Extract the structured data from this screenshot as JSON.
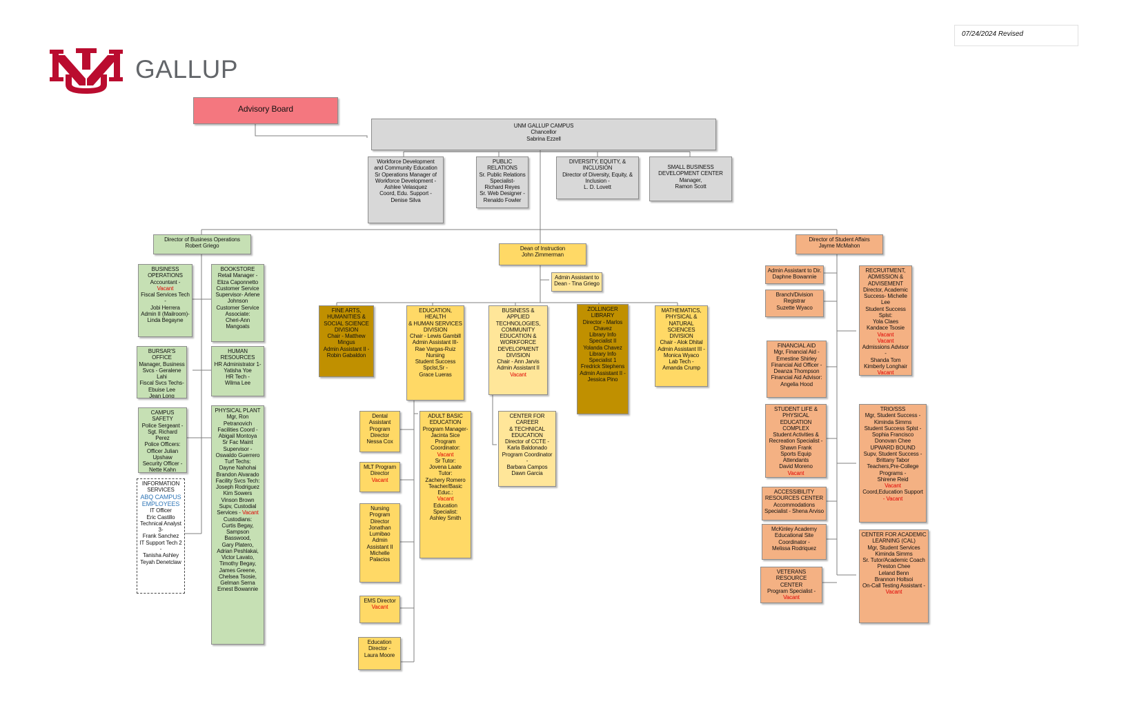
{
  "header": {
    "revised": "07/24/2024 Revised",
    "logo_text": "GALLUP",
    "logo_mark": "UNM",
    "brand_color": "#ba0c2f"
  },
  "colors": {
    "grey": "#d8d8d8",
    "green": "#c6e0b4",
    "yellow": "#ffd966",
    "gold": "#c09000",
    "light_yellow": "#ffe699",
    "orange": "#f4b183",
    "pink": "#f4777f",
    "vacant": "#e00000"
  },
  "boxes": {
    "advisory": [
      "Advisory Board"
    ],
    "chancellor": [
      "UNM GALLUP CAMPUS",
      "Chancellor",
      "Sabrina Ezzell"
    ],
    "workforce": [
      "Workforce Development",
      "and Community Education",
      "Sr Operations Manager of",
      "Workforce Development -",
      "Ashlee Velasquez",
      "Coord, Edu. Support -",
      "Denise Silva"
    ],
    "public_relations": [
      "PUBLIC RELATIONS",
      "Sr. Public Relations",
      "Specialist-",
      "Richard Reyes",
      "Sr. Web Designer -",
      "Renaldo Fowler"
    ],
    "diversity": [
      "DIVERSITY, EQUITY, &",
      "INCLUSION",
      "Director of Diversity, Equity, &",
      "Inclusion -",
      "L. D. Lovett"
    ],
    "small_business": [
      "SMALL BUSINESS",
      "DEVELOPMENT CENTER",
      "Manager,",
      "Ramon Scott"
    ],
    "dir_business_ops": [
      "Director of Business Operations",
      "Robert Griego"
    ],
    "dean_instruction": [
      "Dean of Instruction",
      "John Zimmerman"
    ],
    "dir_student_affairs": [
      "Director of Student Affairs",
      "Jayme McMahon"
    ],
    "business_operations": [
      "BUSINESS",
      "OPERATIONS",
      "Accountant -",
      "Vacant",
      "Fiscal Services Tech -",
      "Jobi Herrera",
      "Admin II (Mailroom)-",
      "Linda Begayne"
    ],
    "bookstore": [
      "BOOKSTORE",
      "Retail Manager -",
      "Eliza Caponnetto",
      "Customer Service",
      "Supervisor- Arlene",
      "Johnson",
      "Customer Service",
      "Associate:",
      "Cheri-Ann",
      "Mangoats"
    ],
    "bursar": [
      "BURSAR'S OFFICE",
      "Manager, Business",
      "Svcs - Geralene Lahi",
      "Fiscal Svcs Techs-",
      "Ebuise Lee",
      "Jean Long"
    ],
    "human_resources": [
      "HUMAN",
      "RESOURCES",
      "HR Administrator 1-",
      "Yatisha Yoe",
      "HR Tech -",
      "Wilma Lee"
    ],
    "campus_safety": [
      "CAMPUS SAFETY",
      "Police Sergeant -",
      "Sgt. Richard Perez",
      "Police Officers:",
      "Officer Julian",
      "Upshaw",
      "Security Officer -",
      "Nette Kahn"
    ],
    "physical_plant": [
      "PHYSICAL PLANT",
      "Mgr, Ron",
      "Petranovich",
      "Facilities Coord -",
      "Abigail Montoya",
      "Sr Fac Maint",
      "Supervisor -",
      "Oswaldo Guerrero",
      "Turf Techs:",
      "Dayne Nahohai",
      "Brandon Alvarado",
      "Facility Svcs Tech:",
      "Joseph Rodriguez",
      "Kim Sowers",
      "Vinson Brown",
      "Supv, Custodial",
      "Services - Vacant",
      "Custodians:",
      "Curtis Begay,",
      "Sampson Basswood,",
      "Gary Platero,",
      "Adrian Peshlakai,",
      "Victor Lavato,",
      "Timothy Begay,",
      "James Greene,",
      "Chelsea Tsosie,",
      "Gelman Serna",
      "Ernest Bowannie"
    ],
    "information_services": [
      "INFORMATION",
      "SERVICES",
      "ABQ CAMPUS",
      "EMPLOYEES",
      "IT Officer",
      "Eric Castillo",
      "Technical Analyst",
      "3-",
      "Frank Sanchez",
      "IT Support Tech 2 -",
      "Tanisha Ashley",
      "Teyah Denetclaw"
    ],
    "admin_asst_dean": [
      "Admin Assistant to",
      "Dean - Tina Griego"
    ],
    "fine_arts": [
      "FINE ARTS,",
      "HUMANITIES &",
      "SOCIAL SCIENCE",
      "DIVISION",
      "Chair - Matthew",
      "Mingus",
      "Admin Assistant II -",
      "Robin Gabaldon"
    ],
    "education_health": [
      "EDUCATION, HEALTH",
      "& HUMAN SERVICES",
      "DIVISION",
      "Chair - Lewis Gambill",
      "Admin Assistant III-",
      "Rae Vargas-Ruiz",
      "Nursing",
      "Student Success",
      "Spclst,Sr -",
      "Grace Lueras"
    ],
    "business_applied": [
      "BUSINESS & APPLIED",
      "TECHNOLOGIES,",
      "COMMUNITY",
      "EDUCATION &",
      "WORKFORCE",
      "DEVELOPMENT",
      "DIVISION",
      "Chair - Ann Jarvis",
      "Admin Assistant II",
      "Vacant"
    ],
    "zollinger": [
      "ZOLLINGER",
      "LIBRARY",
      "Director - Marlos",
      "Chavez",
      "Library Info",
      "Specialist II",
      "Yolanda Chavez",
      "Library Info",
      "Specialist 1",
      "Fredrick Stephens",
      "Admin Assistant II -",
      "Jessica Pino"
    ],
    "mathematics": [
      "MATHEMATICS,",
      "PHYSICAL &",
      "NATURAL SCIENCES",
      "DIVISION",
      "Chair - Alok Dhital",
      "Admin Assistant III -",
      "Monica Wyaco",
      "Lab Tech -",
      "Amanda Crump"
    ],
    "dental": [
      "Dental",
      "Assistant",
      "Program",
      "Director",
      "Nessa Cox"
    ],
    "adult_basic": [
      "ADULT BASIC",
      "EDUCATION",
      "Program Manager-",
      "Jacinta Sice",
      "Program",
      "Coordinator:",
      "Vacant",
      "Sr Tutor:",
      "Jovena Laate",
      "Tutor:",
      "Zachery Romero",
      "Teacher/Basic",
      "Educ.:",
      "Vacant",
      "Education",
      "Specialist:",
      "Ashley Smith"
    ],
    "mlt": [
      "MLT Program",
      "Director",
      "Vacant"
    ],
    "nursing_program": [
      "Nursing",
      "Program",
      "Director",
      "Jonathan",
      "Lumibao",
      "Admin",
      "Assistant II",
      "Michelle",
      "Palacios"
    ],
    "ems": [
      "EMS Director",
      "Vacant"
    ],
    "education_director": [
      "Education",
      "Director -",
      "Laura Moore"
    ],
    "ccte": [
      "CENTER FOR CAREER",
      "& TECHNICAL",
      "EDUCATION",
      "Director of CCTE -",
      "Karla Baldonado",
      "Program Coordinator",
      "-",
      "Barbara Campos",
      "Dawn Garcia"
    ],
    "admin_asst_dir": [
      "Admin Assistant to Dir.",
      "Daphne Bowannie"
    ],
    "branch_registrar": [
      "Branch/Division",
      "Registrar",
      "Suzette Wyaco"
    ],
    "financial_aid": [
      "FINANCIAL AID",
      "Mgr, Financial Aid -",
      "Ernestine Shirley",
      "Financial Aid Officer -",
      "Deanza Thompson",
      "Financial Aid Advisor:",
      "Angelia Hood"
    ],
    "student_life": [
      "STUDENT LIFE &",
      "PHYSICAL EDUCATION",
      "COMPLEX",
      "Student Activities &",
      "Recreation Specialist -",
      "Shawn Frank",
      "Sports Equip Attendants",
      "David Moreno",
      "Vacant"
    ],
    "accessibility": [
      "ACCESSIBILITY",
      "RESOURCES CENTER",
      "Accommodations",
      "Specialist - Shena Arviso"
    ],
    "mckinley": [
      "McKinley Academy",
      "Educational Site",
      "Coordinator -",
      "Melissa Rodriquez"
    ],
    "veterans": [
      "VETERANS RESOURCE",
      "CENTER",
      "Program Specialist -",
      "Vacant"
    ],
    "recruitment": [
      "RECRUITMENT,",
      "ADMISSION &",
      "ADVISEMENT",
      "Director, Academic",
      "Success- Michelle Lee",
      "Student Success Splst:",
      "Yola Claes",
      "Kandace Tsosie",
      "Vacant",
      "Vacant",
      "Admissions Advisor -",
      "Shanda Tom",
      "Kimberly Longhair",
      "Vacant"
    ],
    "trio": [
      "TRIO/SSS",
      "Mgr, Student Success -",
      "Kiminda Simms",
      "Student Success Splst -",
      "Sophia Francisco",
      "Donovan Chee",
      "UPWARD BOUND",
      "Supv, Student Success -",
      "Brittany Tabor",
      "Teachers,Pre-College",
      "Programs -",
      "Shirene Reid",
      "Vacant",
      "Coord,Education Support",
      "- Vacant"
    ],
    "cal": [
      "CENTER FOR ACADEMIC",
      "LEARNING (CAL)",
      "Mgr, Student Services",
      "Kiminda Simms",
      "Sr. Tutor/Academic Coach",
      "Preston Chee",
      "Leland Benn",
      "Brannon Holtsoi",
      "On-Call Testing Assistant -",
      "Vacant"
    ]
  }
}
